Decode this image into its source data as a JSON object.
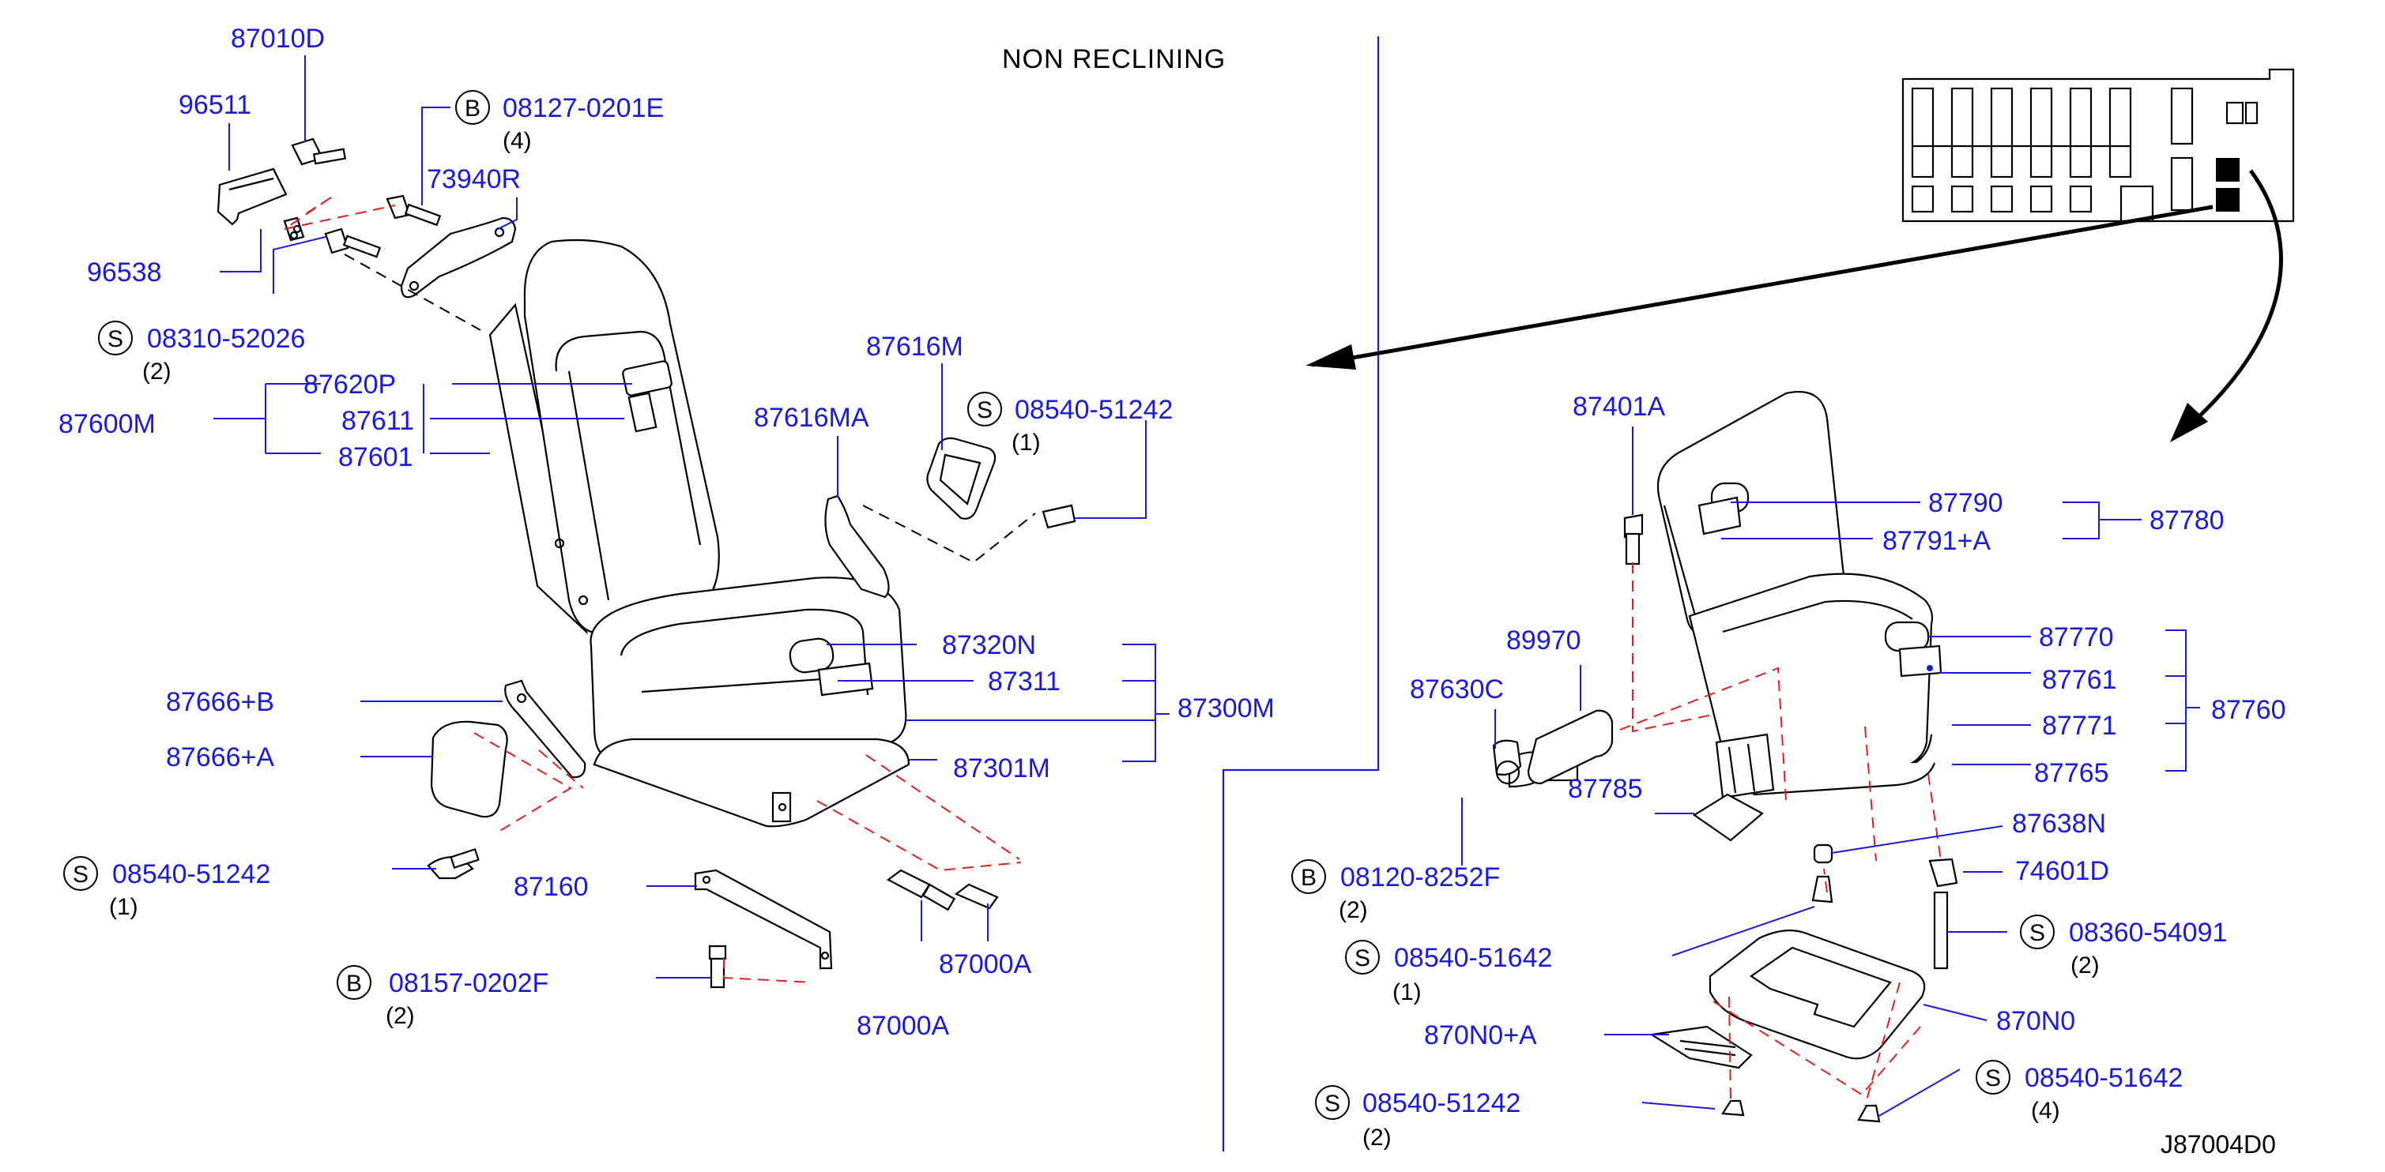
{
  "title": "NON RECLINING",
  "drawing_code": "J87004D0",
  "parts": {
    "p87010D": "87010D",
    "p96511": "96511",
    "p08127_0201E": "08127-0201E",
    "q08127_0201E": "(4)",
    "p73940R": "73940R",
    "p96538": "96538",
    "p08310_52026": "08310-52026",
    "q08310_52026": "(2)",
    "p87620P": "87620P",
    "p87611": "87611",
    "p87600M": "87600M",
    "p87601": "87601",
    "p87616M": "87616M",
    "p87616MA": "87616MA",
    "p08540_51242_a": "08540-51242",
    "q08540_51242_a": "(1)",
    "p87320N": "87320N",
    "p87311": "87311",
    "p87300M": "87300M",
    "p87301M": "87301M",
    "p87666B": "87666+B",
    "p87666A": "87666+A",
    "p08540_51242_b": "08540-51242",
    "q08540_51242_b": "(1)",
    "p87160": "87160",
    "p08157_0202F": "08157-0202F",
    "q08157_0202F": "(2)",
    "p87000A_a": "87000A",
    "p87000A_b": "87000A",
    "p87401A": "87401A",
    "p87790": "87790",
    "p87791A": "87791+A",
    "p87780": "87780",
    "p89970": "89970",
    "p87630C": "87630C",
    "p87770": "87770",
    "p87761": "87761",
    "p87760": "87760",
    "p87771": "87771",
    "p87765": "87765",
    "p87785": "87785",
    "p08120_8252F": "08120-8252F",
    "q08120_8252F": "(2)",
    "p87638N": "87638N",
    "p74601D": "74601D",
    "p08540_51642_a": "08540-51642",
    "q08540_51642_a": "(1)",
    "p08360_54091": "08360-54091",
    "q08360_54091": "(2)",
    "p870N0": "870N0",
    "p870N0A": "870N0+A",
    "p08540_51642_b": "08540-51642",
    "q08540_51642_b": "(4)",
    "p08540_51242_c": "08540-51242",
    "q08540_51242_c": "(2)"
  },
  "prefixes": {
    "bolt": "B",
    "screw": "S"
  },
  "colors": {
    "part_link": "#1a1ad8",
    "hidden_line": "#e02020",
    "ink": "#000000"
  }
}
